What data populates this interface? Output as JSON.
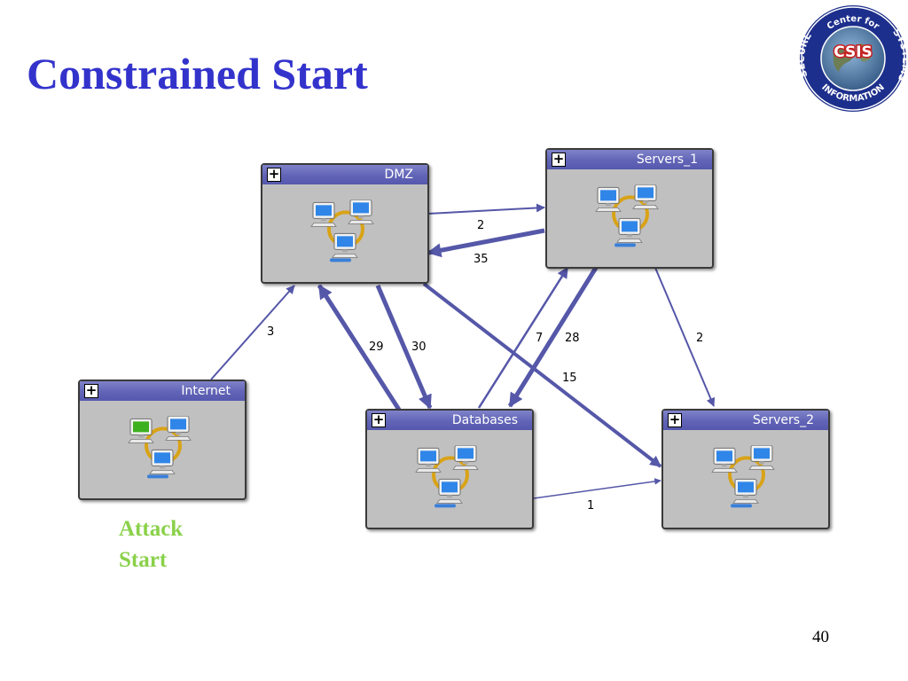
{
  "slide": {
    "title": "Constrained Start",
    "caption_line1": "Attack",
    "caption_line2": "Start",
    "page_number": "40"
  },
  "logo": {
    "ring_top": "Center for",
    "ring_left": "SECURE",
    "ring_right": "SYSTEMS",
    "ring_bottom": "INFORMATION",
    "center": "CSIS"
  },
  "nodes": {
    "dmz": {
      "label": "DMZ",
      "expand": "+"
    },
    "servers_1": {
      "label": "Servers_1",
      "expand": "+"
    },
    "internet": {
      "label": "Internet",
      "expand": "+"
    },
    "databases": {
      "label": "Databases",
      "expand": "+"
    },
    "servers_2": {
      "label": "Servers_2",
      "expand": "+"
    }
  },
  "edges": [
    {
      "from": "Internet",
      "to": "DMZ",
      "count": "3"
    },
    {
      "from": "DMZ",
      "to": "Servers_1",
      "count": "2"
    },
    {
      "from": "Servers_1",
      "to": "DMZ",
      "count": "35"
    },
    {
      "from": "Databases",
      "to": "DMZ",
      "count": "29"
    },
    {
      "from": "DMZ",
      "to": "Databases",
      "count": "30"
    },
    {
      "from": "Databases",
      "to": "Servers_1",
      "count": "7"
    },
    {
      "from": "Servers_1",
      "to": "Databases",
      "count": "28"
    },
    {
      "from": "DMZ",
      "to": "Servers_2",
      "count": "15"
    },
    {
      "from": "Servers_1",
      "to": "Servers_2",
      "count": "2"
    },
    {
      "from": "Databases",
      "to": "Servers_2",
      "count": "1"
    }
  ],
  "colors": {
    "title": "#3333cc",
    "node_header": "#6164b6",
    "node_body": "#c0c0c0",
    "edge": "#5557a8",
    "caption": "#8ad14a"
  },
  "icons": {
    "node_icon": "network-computers-icon",
    "start_node_icon": "network-computers-compromised-icon"
  }
}
